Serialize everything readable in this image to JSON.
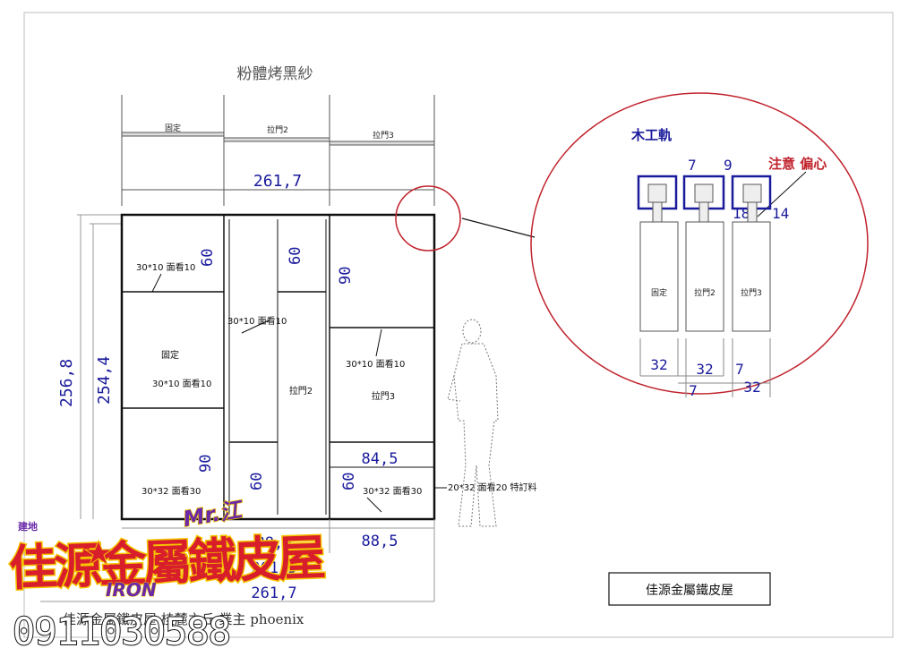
{
  "drawing": {
    "top_title": "粉體烤黑紗",
    "panel_fixed": "固定",
    "panel_door2": "拉門2",
    "panel_door3": "拉門3",
    "dim_total_width": "261,7",
    "dim_height_outer": "256,8",
    "dim_height_inner": "254,4",
    "dim_60_a": "60",
    "dim_60_b": "60",
    "dim_60_c": "60",
    "dim_60_d": "60",
    "dim_90_a": "90",
    "dim_90_b": "90",
    "dim_84_5": "84,5",
    "dim_88_5": "88,5",
    "dim_bottom_left_a": "88,5",
    "dim_bottom_left_b": "261,5",
    "dim_bottom_total": "261,7",
    "note_30x10_a": "30*10 面看10",
    "note_30x10_b": "30*10 面看10",
    "note_30x10_c": "30*10 面看10",
    "note_30x10_d": "30*10 面看10",
    "note_30x32_a": "30*32 面看30",
    "note_30x32_b": "30*32 面看30",
    "note_20x32": "20*32 面看20 特訂料",
    "fixed_center": "固定",
    "door2_center": "拉門2",
    "door3_center": "拉門3",
    "footer_project": "佳源金屬鐵皮屋 桂麓之丘 業主 phoenix",
    "stamp_box": "佳源金屬鐵皮屋"
  },
  "detail": {
    "title": "木工軌",
    "warning": "注意 偏心",
    "dim_7_top": "7",
    "dim_9_top": "9",
    "dim_18": "18",
    "dim_14": "14",
    "slab_fixed": "固定",
    "slab_door2": "拉門2",
    "slab_door3": "拉門3",
    "dim_32_a": "32",
    "dim_32_b": "32",
    "dim_7_bottom_a": "7",
    "dim_32_c": "32",
    "dim_7_bottom_b": "7"
  },
  "watermark": {
    "brand": "佳源金屬鐵皮屋",
    "signature": "Mr.江",
    "iron": "IRON",
    "phone": "0911030588",
    "small_tag": "建地"
  },
  "colors": {
    "dim_blue": "#1a1a9c",
    "circle_red": "#c0222c",
    "brand_red": "#d81e2a",
    "brand_yellow": "#f5c400",
    "brand_purple": "#6a2aa8"
  }
}
